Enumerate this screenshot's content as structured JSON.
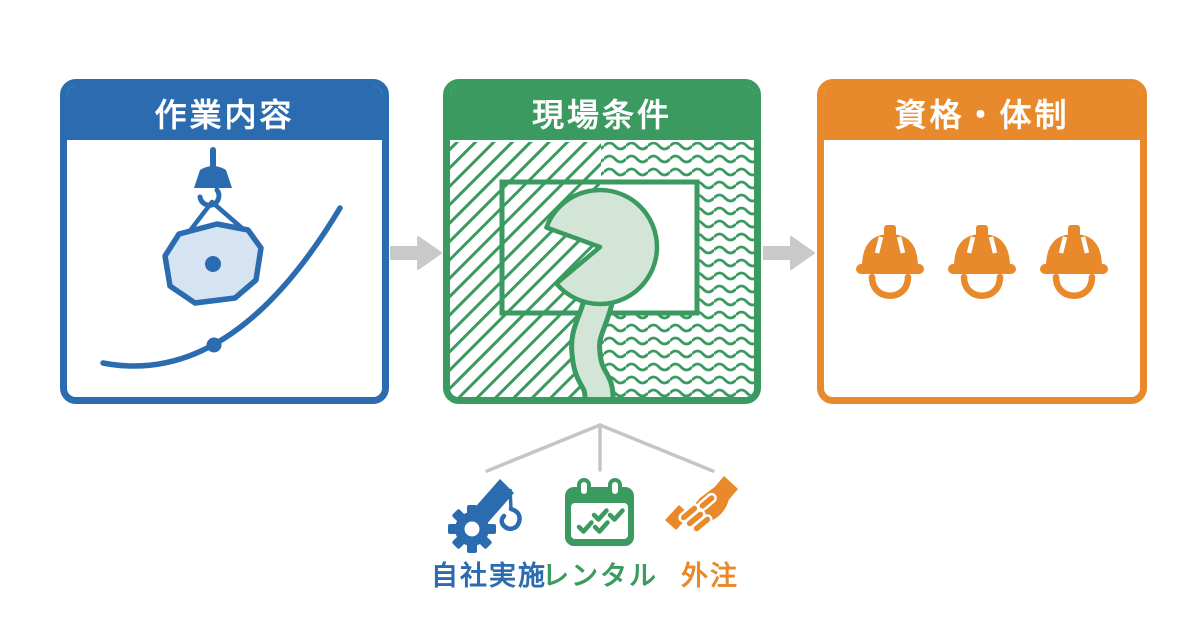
{
  "steps": [
    {
      "title": "作業内容",
      "color": "#2b6cb0",
      "icon": "crane-hook-load-curve-icon"
    },
    {
      "title": "現場条件",
      "color": "#3a9a5f",
      "icon": "site-map-icon"
    },
    {
      "title": "資格・体制",
      "color": "#e8892b",
      "icon": "helmets-icon",
      "helmet_count": 3
    }
  ],
  "options": [
    {
      "label": "自社実施",
      "color": "#2b6cb0",
      "icon": "gear-crane-icon"
    },
    {
      "label": "レンタル",
      "color": "#3a9a5f",
      "icon": "calendar-checks-icon"
    },
    {
      "label": "外注",
      "color": "#e8892b",
      "icon": "handshake-icon"
    }
  ],
  "colors": {
    "blue": "#2b6cb0",
    "blue_light": "#d5e3f2",
    "green": "#3a9a5f",
    "green_light": "#d3e5d6",
    "orange": "#e8892b",
    "arrow_gray": "#c9c9c9",
    "connector_gray": "#c5c5c5",
    "background": "#ffffff"
  }
}
